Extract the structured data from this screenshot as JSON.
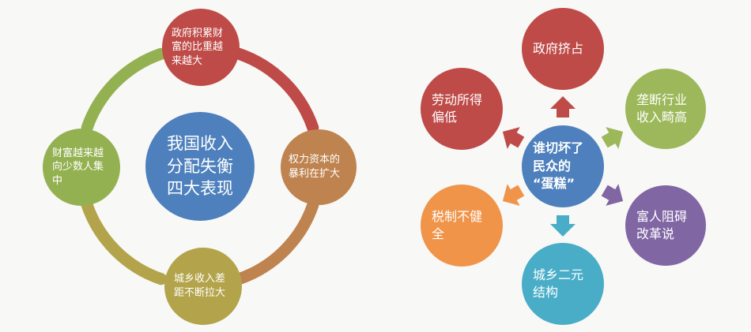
{
  "canvas": {
    "background": "#F8F8F6"
  },
  "left_diagram": {
    "name": "income-distribution-imbalance-cycle",
    "center": {
      "text": "我国收入\n分配失衡\n四大表现",
      "color": "#4D80BC"
    },
    "nodes": [
      {
        "position": "top",
        "text": "政府积累财\n富的比重越\n来越大",
        "color": "#BE4B48"
      },
      {
        "position": "right",
        "text": "权力资本的\n暴利在扩大",
        "color": "#BE834E"
      },
      {
        "position": "bottom",
        "text": "城乡收入差\n距不断拉大",
        "color": "#B3A44B"
      },
      {
        "position": "left",
        "text": "财富越来越\n向少数人集\n中",
        "color": "#94B152"
      }
    ],
    "arcs": [
      {
        "segment": "top-left",
        "color": "#94B152"
      },
      {
        "segment": "top-right",
        "color": "#BE4B48"
      },
      {
        "segment": "bottom-right",
        "color": "#BE834E"
      },
      {
        "segment": "bottom-left",
        "color": "#B3A44B"
      }
    ]
  },
  "right_diagram": {
    "name": "who-cut-the-peoples-cake",
    "center": {
      "text": "谁切坏了\n民众的\n“蛋糕”",
      "color": "#4D80BC"
    },
    "nodes": [
      {
        "position": "top",
        "text": "政府挤占",
        "color": "#BE4B48"
      },
      {
        "position": "top-left",
        "text": "劳动所得\n偏低",
        "color": "#BE4B48"
      },
      {
        "position": "top-right",
        "text": "垄断行业\n收入畸高",
        "color": "#9CB85A"
      },
      {
        "position": "bottom-left",
        "text": "税制不健\n全",
        "color": "#F0944A"
      },
      {
        "position": "bottom-right",
        "text": "富人阻碍\n改革说",
        "color": "#8166A4"
      },
      {
        "position": "bottom",
        "text": "城乡二元\n结构",
        "color": "#49ADC8"
      }
    ],
    "arrows": [
      {
        "direction": "up",
        "color": "#BE4B48"
      },
      {
        "direction": "up-left",
        "color": "#BE4B48"
      },
      {
        "direction": "up-right",
        "color": "#9CB85A"
      },
      {
        "direction": "down-left",
        "color": "#F0944A"
      },
      {
        "direction": "down-right",
        "color": "#8166A4"
      },
      {
        "direction": "down",
        "color": "#49ADC8"
      }
    ]
  }
}
